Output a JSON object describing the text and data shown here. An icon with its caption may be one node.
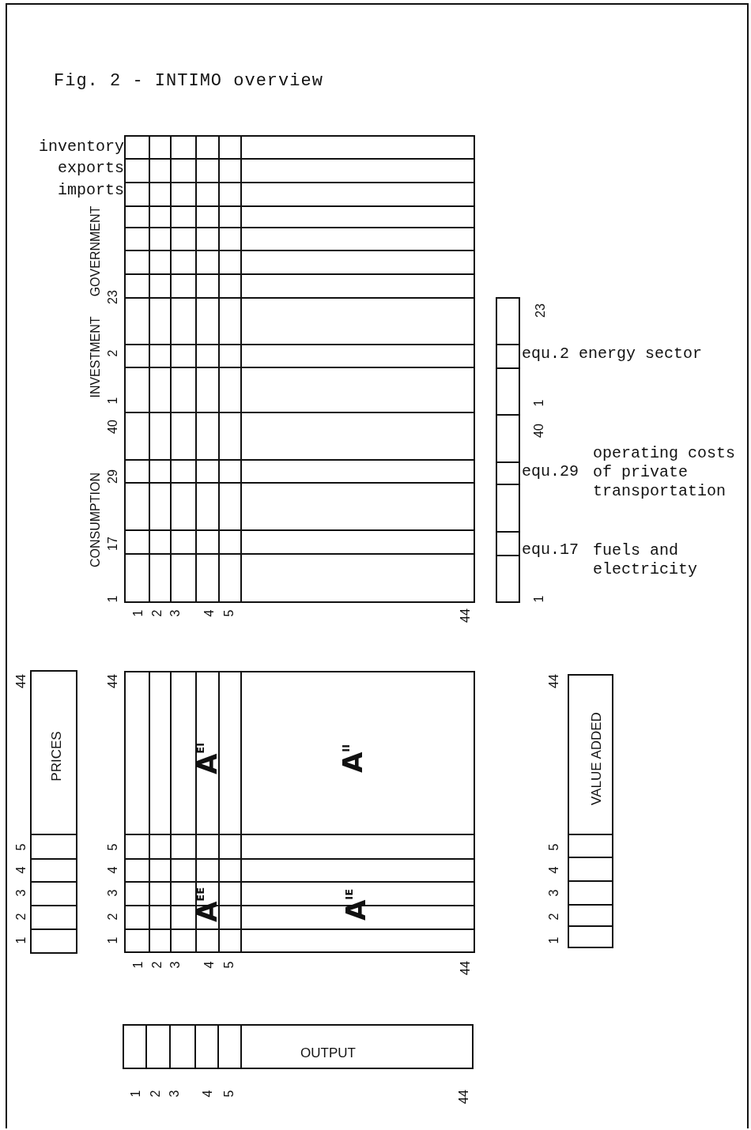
{
  "diagram": {
    "title": "Fig. 2 - INTIMO overview",
    "nodes": [
      {
        "text": [
          "PRICES"
        ]
      },
      {
        "text": [
          "VALUE ADDED"
        ]
      },
      {
        "text": [
          "OUTPUT"
        ]
      }
    ],
    "labels": [
      "inventory",
      "exports",
      "imports",
      "GOVERNMENT",
      "INVESTMENT",
      "23",
      "2",
      "1",
      "40",
      "CONSUMPTION",
      "29",
      "17",
      "1",
      "1",
      "2",
      "3",
      "4",
      "5",
      "44",
      "23",
      "equ.2 energy sector",
      "1",
      "40",
      "operating costs of private transportation",
      "equ.29",
      "equ.17",
      "fuels and electricity",
      "1",
      "44",
      "5",
      "4",
      "3",
      "2",
      "1",
      "44",
      "5",
      "4",
      "3",
      "2",
      "1",
      "A$_{EI}$",
      "A$_{II}$",
      "44",
      "5",
      "4",
      "3",
      "2",
      "1",
      "A$_{EE}$",
      "A$_{IE}$",
      "1",
      "2",
      "3",
      "4",
      "5",
      "44",
      "1",
      "2",
      "3",
      "4",
      "5",
      "44"
    ]
  }
}
